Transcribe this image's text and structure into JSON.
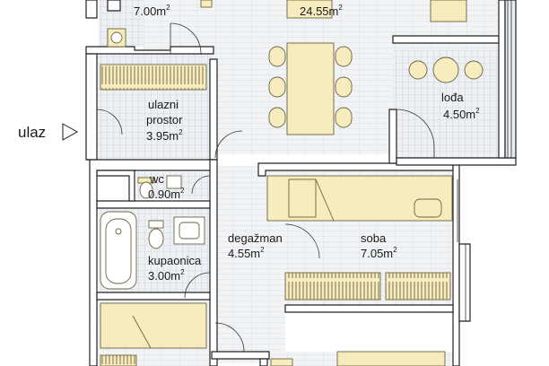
{
  "entrance": {
    "label": "ulaz"
  },
  "rooms": [
    {
      "id": "room1",
      "name": "",
      "area": "7.00m",
      "sup": "2"
    },
    {
      "id": "living",
      "name": "",
      "area": "24.55m",
      "sup": "2"
    },
    {
      "id": "hall",
      "name": "ulazni",
      "name2": "prostor",
      "area": "3.95m",
      "sup": "2"
    },
    {
      "id": "loggia",
      "name": "lođa",
      "area": "4.50m",
      "sup": "2"
    },
    {
      "id": "wc",
      "name": "wc",
      "area": "0.90m",
      "sup": "2"
    },
    {
      "id": "corridor",
      "name": "degažman",
      "area": "4.55m",
      "sup": "2"
    },
    {
      "id": "bedroom",
      "name": "soba",
      "area": "7.05m",
      "sup": "2"
    },
    {
      "id": "bathroom",
      "name": "kupaonica",
      "area": "3.00m",
      "sup": "2"
    }
  ],
  "colors": {
    "wall": "#ffffff",
    "wall_stroke": "#222222",
    "tile": "#cfd6de",
    "wood": "#e3e8ed",
    "furniture": "#f7ecbd",
    "furniture_stroke": "#6a6440",
    "line": "#333333"
  }
}
